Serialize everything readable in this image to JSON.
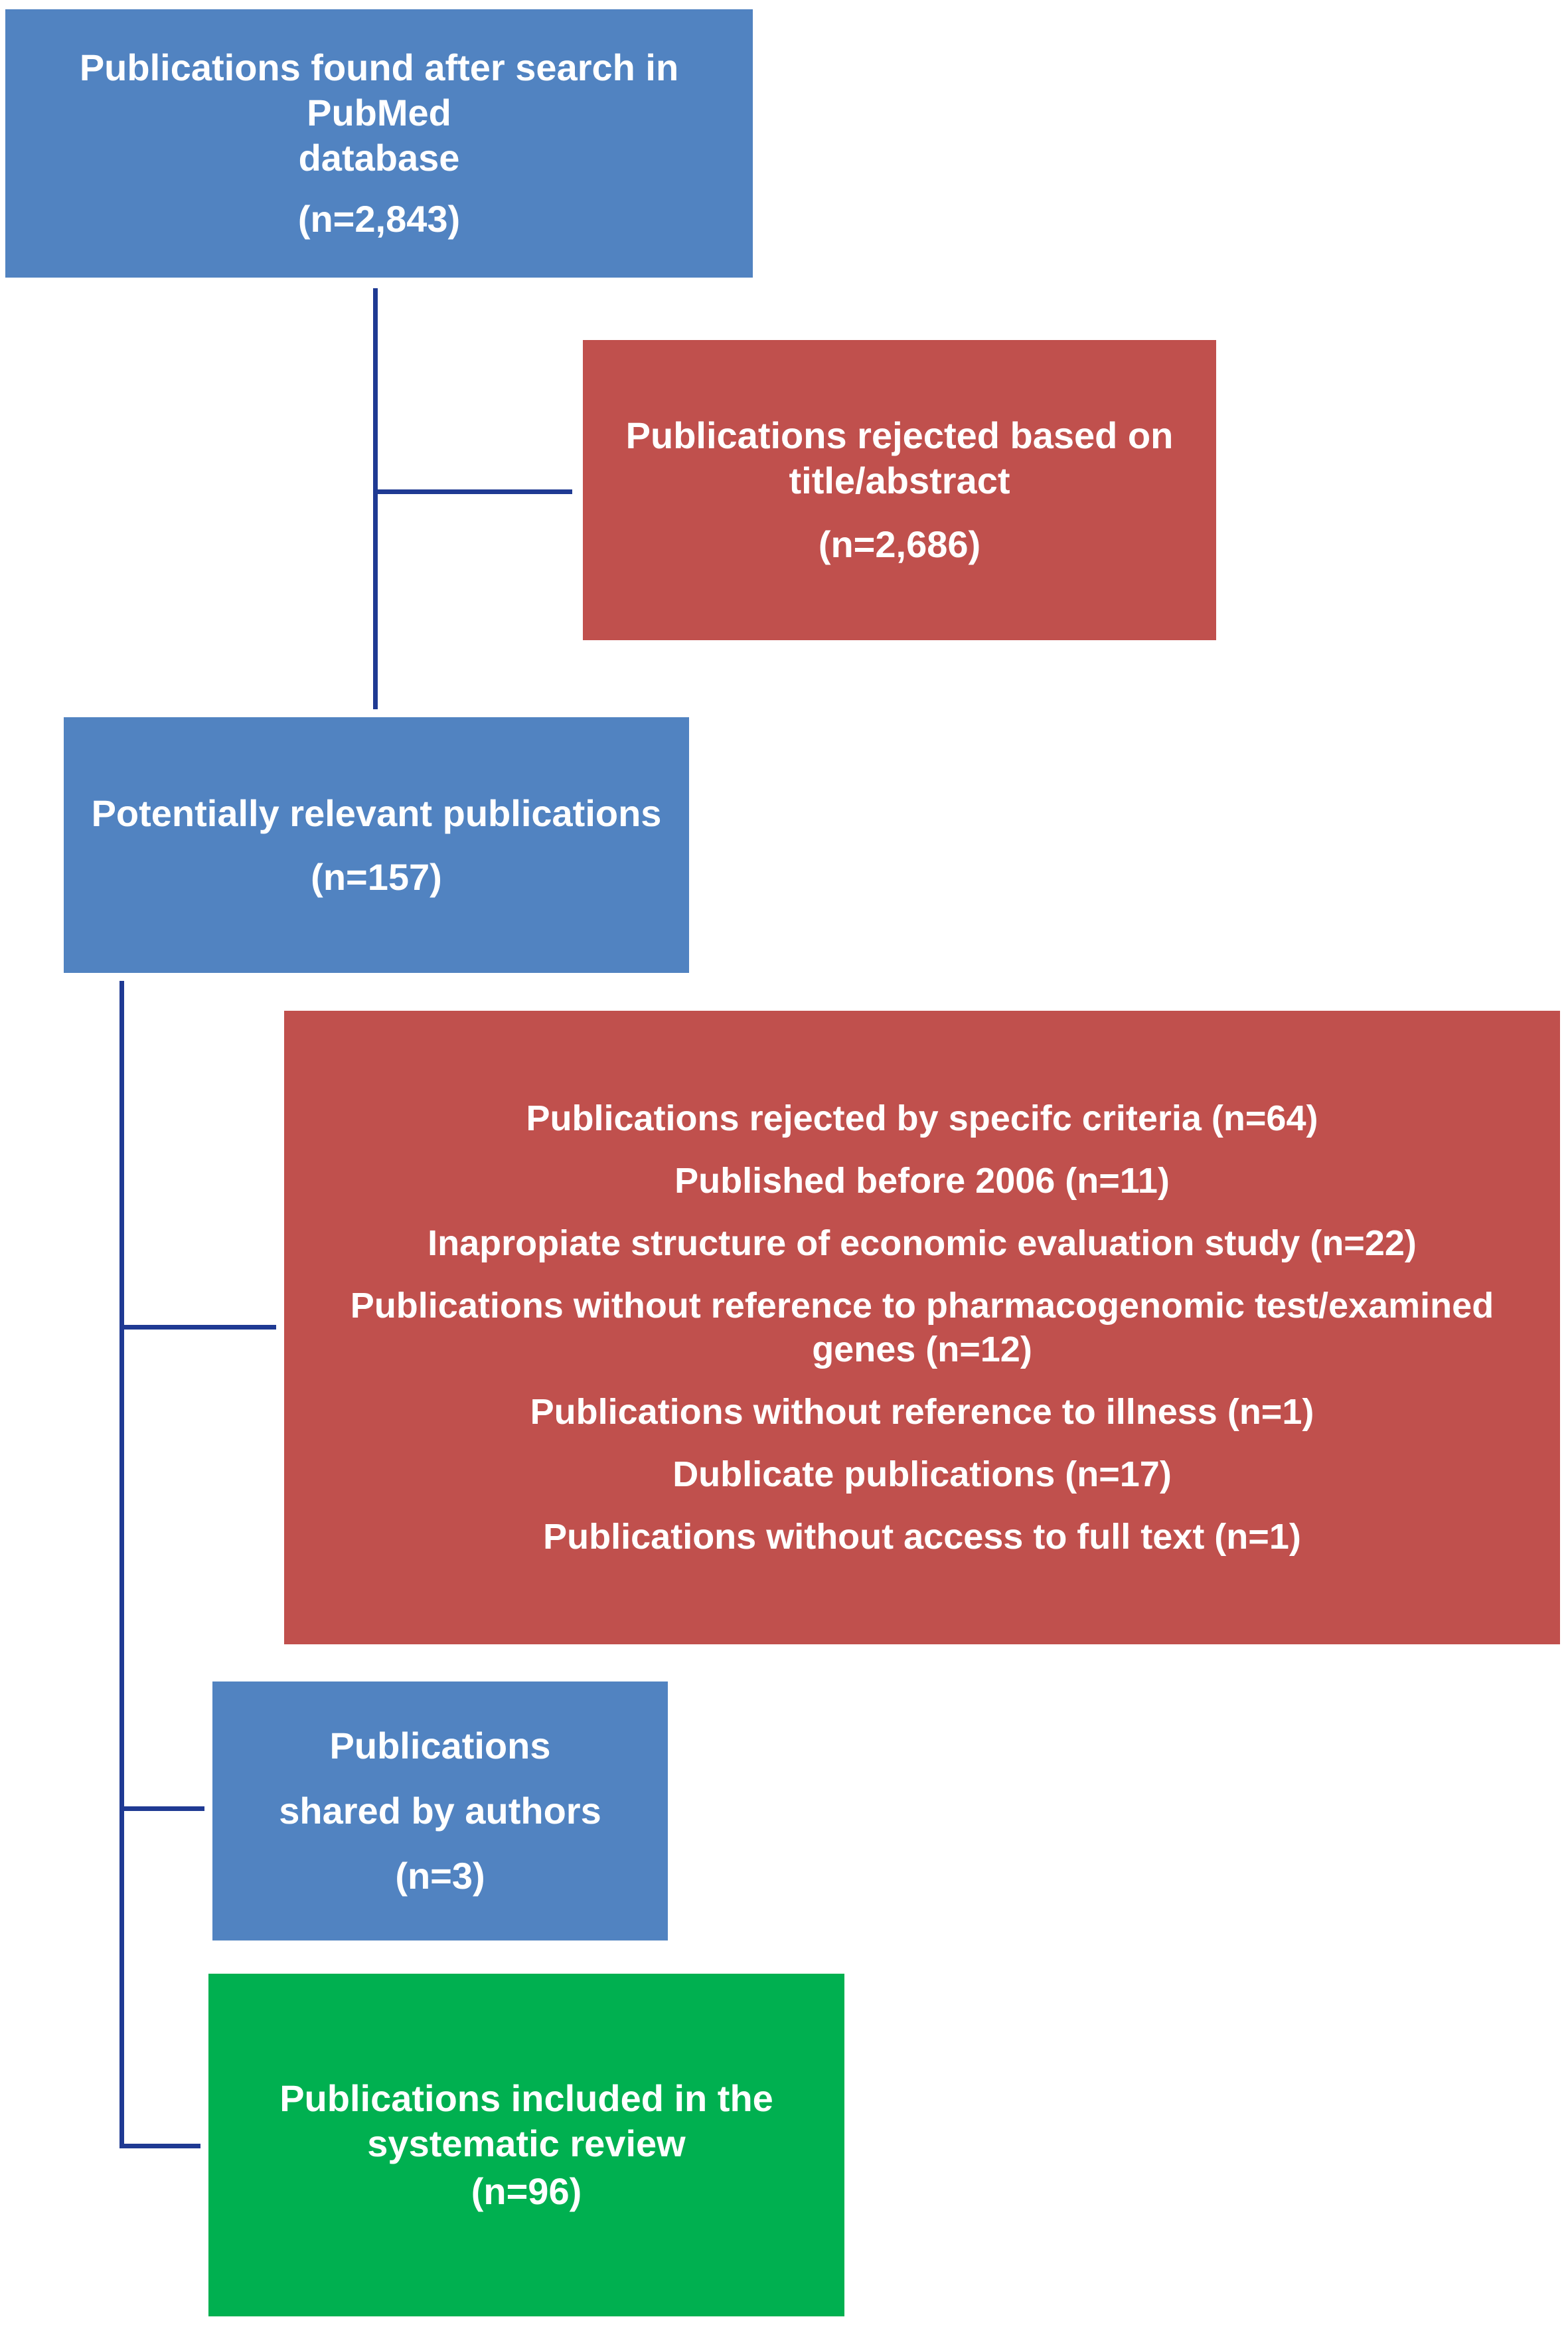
{
  "flowchart": {
    "search": {
      "line1": "Publications found after search in PubMed",
      "line2": "database",
      "count": "(n=2,843)"
    },
    "rejected_title": {
      "line1": "Publications rejected based on",
      "line2": "title/abstract",
      "count": "(n=2,686)"
    },
    "relevant": {
      "line1": "Potentially relevant publications",
      "count": "(n=157)"
    },
    "criteria": {
      "items": [
        "Publications rejected by specifc criteria (n=64)",
        "Published before 2006 (n=11)",
        "Inapropiate structure of economic evaluation study (n=22)",
        "Publications without reference to pharmacogenomic test/examined genes (n=12)",
        "Publications without reference to illness (n=1)",
        "Dublicate publications (n=17)",
        "Publications without access to full text (n=1)"
      ]
    },
    "shared": {
      "line1": "Publications",
      "line2": "shared by authors",
      "count": "(n=3)"
    },
    "included": {
      "line1": "Publications included in the",
      "line2": "systematic review",
      "count": "(n=96)"
    }
  },
  "colors": {
    "blue_box": "#5183c1",
    "red_box": "#c0504d",
    "green_box": "#00b050",
    "connector": "#1f3a93"
  }
}
